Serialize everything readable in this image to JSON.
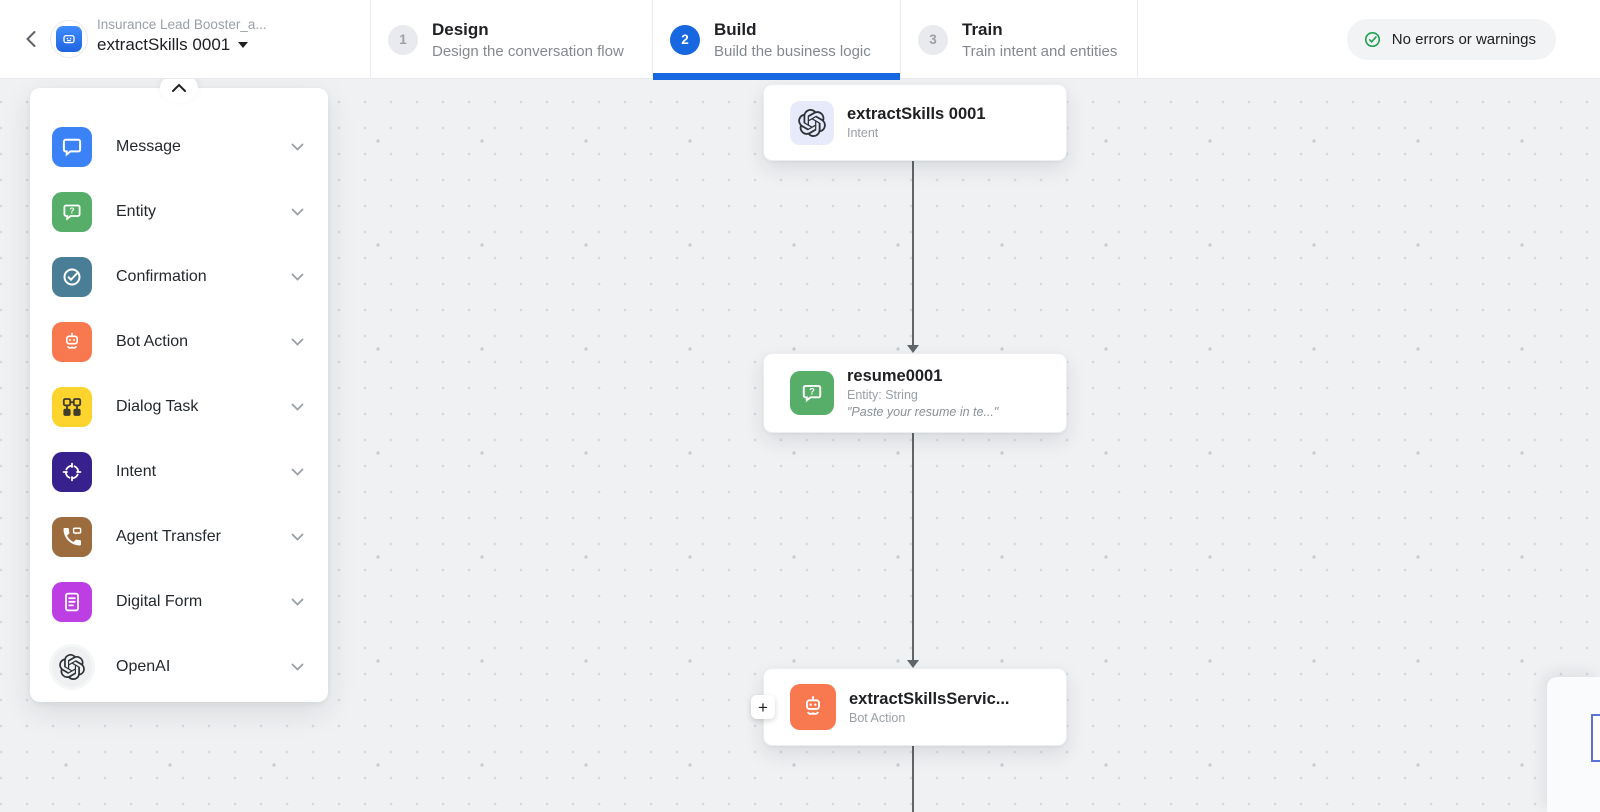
{
  "header": {
    "back_label": "back",
    "breadcrumb_app": "Insurance Lead Booster_a...",
    "breadcrumb_task": "extractSkills 0001",
    "steps": [
      {
        "num": "1",
        "title": "Design",
        "subtitle": "Design the conversation flow",
        "active": false
      },
      {
        "num": "2",
        "title": "Build",
        "subtitle": "Build the business logic",
        "active": true
      },
      {
        "num": "3",
        "title": "Train",
        "subtitle": "Train intent and entities",
        "active": false
      }
    ],
    "status": "No errors or warnings"
  },
  "palette": {
    "items": [
      {
        "label": "Message",
        "icon": "message-icon",
        "color": "#3b82f6"
      },
      {
        "label": "Entity",
        "icon": "entity-icon",
        "color": "#56ae68"
      },
      {
        "label": "Confirmation",
        "icon": "confirmation-icon",
        "color": "#4a7d96"
      },
      {
        "label": "Bot Action",
        "icon": "bot-action-icon",
        "color": "#f8794f"
      },
      {
        "label": "Dialog Task",
        "icon": "dialog-task-icon",
        "color": "#fdd32e"
      },
      {
        "label": "Intent",
        "icon": "intent-icon",
        "color": "#37218c"
      },
      {
        "label": "Agent Transfer",
        "icon": "agent-transfer-icon",
        "color": "#9c6b3e"
      },
      {
        "label": "Digital Form",
        "icon": "digital-form-icon",
        "color": "#bd3ee2"
      },
      {
        "label": "OpenAI",
        "icon": "openai-icon",
        "color": "#eef0f1"
      }
    ]
  },
  "flow": {
    "nodes": [
      {
        "title": "extractSkills 0001",
        "subtitle": "Intent",
        "icon": "openai-icon"
      },
      {
        "title": "resume0001",
        "subtitle": "Entity: String",
        "quote": "\"Paste your resume in te...\"",
        "icon": "entity-icon"
      },
      {
        "title": "extractSkillsServic...",
        "subtitle": "Bot Action",
        "icon": "bot-action-icon"
      }
    ],
    "add_button": "+"
  },
  "colors": {
    "accent_blue": "#1667e0",
    "success_green": "#1ea04d",
    "canvas": "#eff1f3",
    "connector": "#5f6569"
  }
}
